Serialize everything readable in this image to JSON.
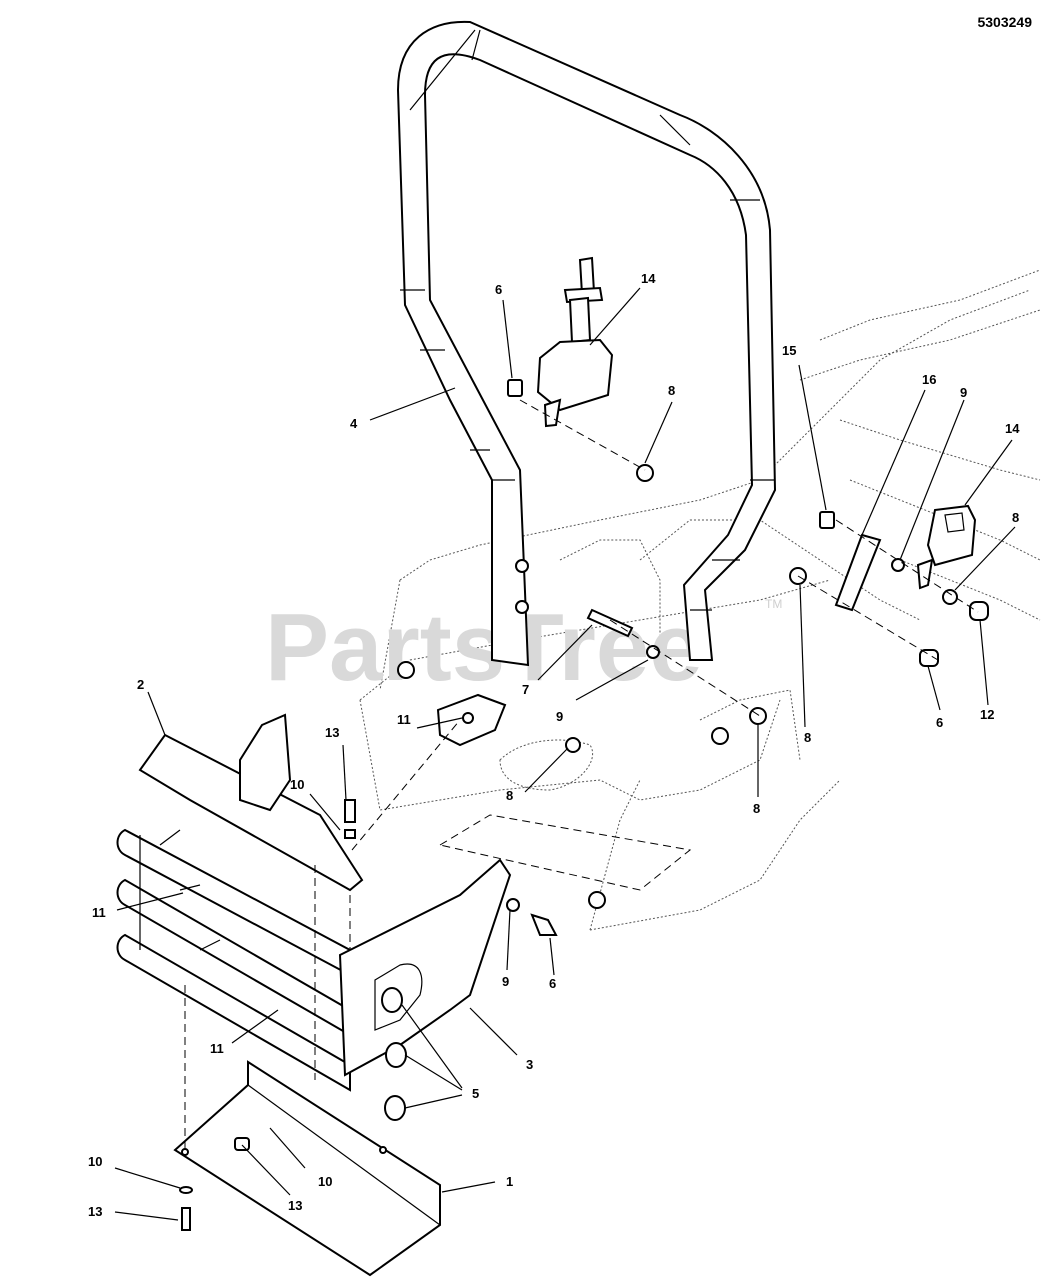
{
  "document_number": "5303249",
  "watermark": {
    "text": "PartsTree",
    "trademark": "TM"
  },
  "callouts": [
    {
      "id": "c2",
      "label": "2"
    },
    {
      "id": "c13a",
      "label": "13"
    },
    {
      "id": "c10a",
      "label": "10"
    },
    {
      "id": "c11a",
      "label": "11"
    },
    {
      "id": "c8a",
      "label": "8"
    },
    {
      "id": "c11b",
      "label": "11"
    },
    {
      "id": "c11c",
      "label": "11"
    },
    {
      "id": "c9a",
      "label": "9"
    },
    {
      "id": "c6a",
      "label": "6"
    },
    {
      "id": "c3",
      "label": "3"
    },
    {
      "id": "c5",
      "label": "5"
    },
    {
      "id": "c1",
      "label": "1"
    },
    {
      "id": "c10b",
      "label": "10"
    },
    {
      "id": "c13b",
      "label": "13"
    },
    {
      "id": "c10c",
      "label": "10"
    },
    {
      "id": "c13c",
      "label": "13"
    },
    {
      "id": "c4",
      "label": "4"
    },
    {
      "id": "c6b",
      "label": "6"
    },
    {
      "id": "c14a",
      "label": "14"
    },
    {
      "id": "c8b",
      "label": "8"
    },
    {
      "id": "c7",
      "label": "7"
    },
    {
      "id": "c9b",
      "label": "9"
    },
    {
      "id": "c8c",
      "label": "8"
    },
    {
      "id": "c8d",
      "label": "8"
    },
    {
      "id": "c15",
      "label": "15"
    },
    {
      "id": "c16",
      "label": "16"
    },
    {
      "id": "c9c",
      "label": "9"
    },
    {
      "id": "c14b",
      "label": "14"
    },
    {
      "id": "c8e",
      "label": "8"
    },
    {
      "id": "c6c",
      "label": "6"
    },
    {
      "id": "c12",
      "label": "12"
    }
  ]
}
